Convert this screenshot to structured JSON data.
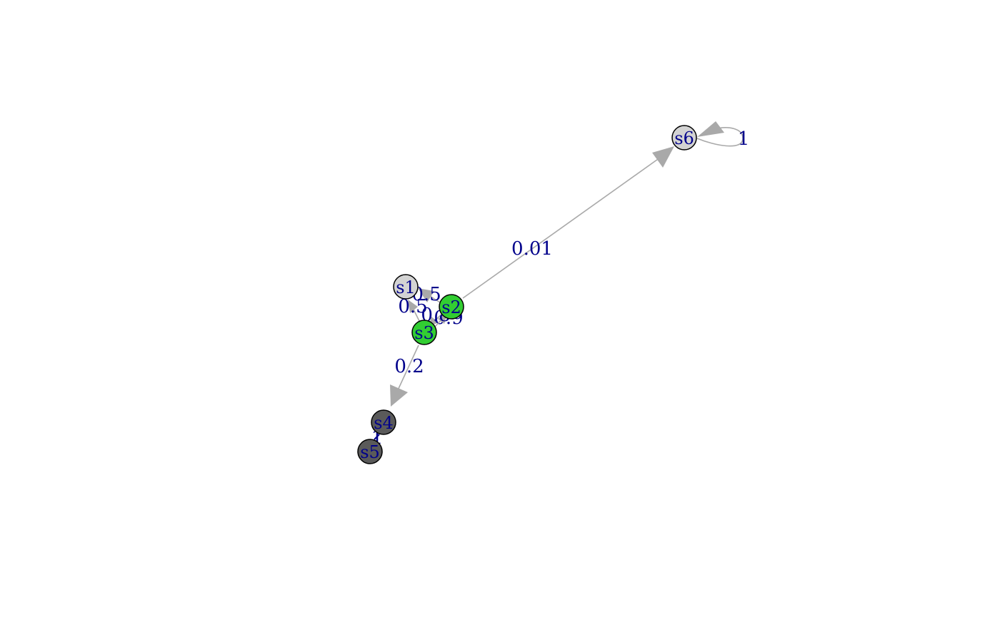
{
  "graph": {
    "nodes": [
      {
        "id": "s1",
        "label": "s1",
        "fill": "#d3d3d3"
      },
      {
        "id": "s2",
        "label": "s2",
        "fill": "#32cd32"
      },
      {
        "id": "s3",
        "label": "s3",
        "fill": "#32cd32"
      },
      {
        "id": "s4",
        "label": "s4",
        "fill": "#5a5a5a"
      },
      {
        "id": "s5",
        "label": "s5",
        "fill": "#5a5a5a"
      },
      {
        "id": "s6",
        "label": "s6",
        "fill": "#d3d3d3"
      }
    ],
    "edges": [
      {
        "from": "s2",
        "to": "s6",
        "label": "0.01"
      },
      {
        "from": "s6",
        "to": "s6",
        "label": "1"
      },
      {
        "from": "s2",
        "to": "s1",
        "label": "0.5"
      },
      {
        "from": "s3",
        "to": "s1",
        "label": "0.5"
      },
      {
        "from": "s2",
        "to": "s3",
        "label": "0.9"
      },
      {
        "from": "s3",
        "to": "s2",
        "label": "0.8"
      },
      {
        "from": "s3",
        "to": "s4",
        "label": "0.2"
      },
      {
        "from": "s4",
        "to": "s5",
        "label": "1"
      }
    ]
  },
  "colors": {
    "edge": "#a9a9a9",
    "edge_label": "#00008b",
    "node_label": "#00008b",
    "node_border": "#000000",
    "background": "#ffffff"
  }
}
